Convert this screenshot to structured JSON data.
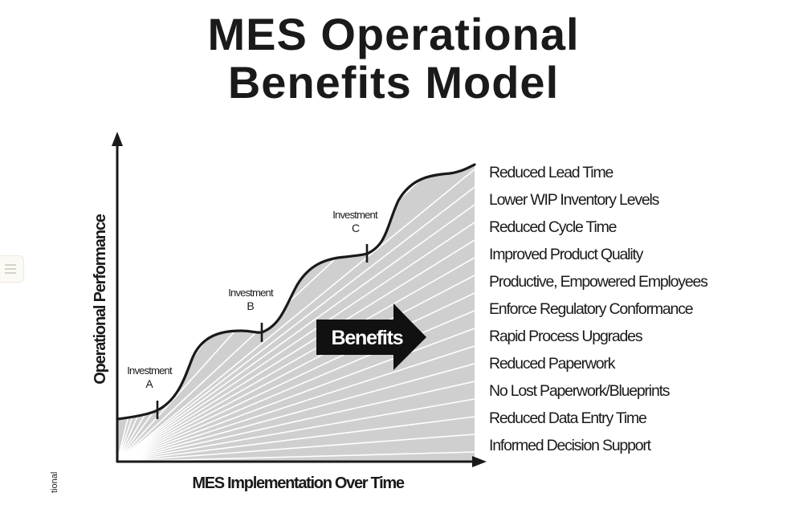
{
  "title": {
    "line1": "MES Operational",
    "line2": "Benefits Model"
  },
  "chart_data": {
    "type": "area",
    "title": "MES Operational Benefits Model",
    "xlabel": "MES Implementation Over Time",
    "ylabel": "Operational Performance",
    "grid": false,
    "description": "Stepped S-curve of operational performance rising over time; each step follows an investment point. Area under curve is gray with white radiating lines; a black arrow labeled Benefits points to the benefits list.",
    "investments": [
      {
        "label": "Investment",
        "letter": "A",
        "x_rel": 0.11,
        "y_rel": 0.15
      },
      {
        "label": "Investment",
        "letter": "B",
        "x_rel": 0.4,
        "y_rel": 0.39
      },
      {
        "label": "Investment",
        "letter": "C",
        "x_rel": 0.68,
        "y_rel": 0.63
      }
    ],
    "curve_rel": [
      {
        "x": 0.0,
        "y": 0.13
      },
      {
        "x": 0.11,
        "y": 0.15
      },
      {
        "x": 0.22,
        "y": 0.36
      },
      {
        "x": 0.4,
        "y": 0.39
      },
      {
        "x": 0.51,
        "y": 0.6
      },
      {
        "x": 0.68,
        "y": 0.63
      },
      {
        "x": 0.8,
        "y": 0.83
      },
      {
        "x": 1.0,
        "y": 0.9
      }
    ],
    "arrow_label": "Benefits",
    "legend": []
  },
  "axes": {
    "x_label": "MES Implementation Over Time",
    "y_label": "Operational Performance"
  },
  "investments": {
    "a": {
      "label": "Investment",
      "letter": "A"
    },
    "b": {
      "label": "Investment",
      "letter": "B"
    },
    "c": {
      "label": "Investment",
      "letter": "C"
    }
  },
  "arrow": {
    "label": "Benefits"
  },
  "benefits": [
    "Reduced Lead Time",
    "Lower WIP Inventory Levels",
    "Reduced Cycle Time",
    "Improved Product Quality",
    "Productive, Empowered Employees",
    "Enforce Regulatory Conformance",
    "Rapid Process Upgrades",
    "Reduced Paperwork",
    "No Lost Paperwork/Blueprints",
    "Reduced Data Entry Time",
    "Informed Decision Support"
  ],
  "cropped_side_label": "tional",
  "colors": {
    "ink": "#1a1a1a",
    "fill": "#cfcfcf",
    "rays": "#ffffff",
    "arrow": "#111111"
  }
}
